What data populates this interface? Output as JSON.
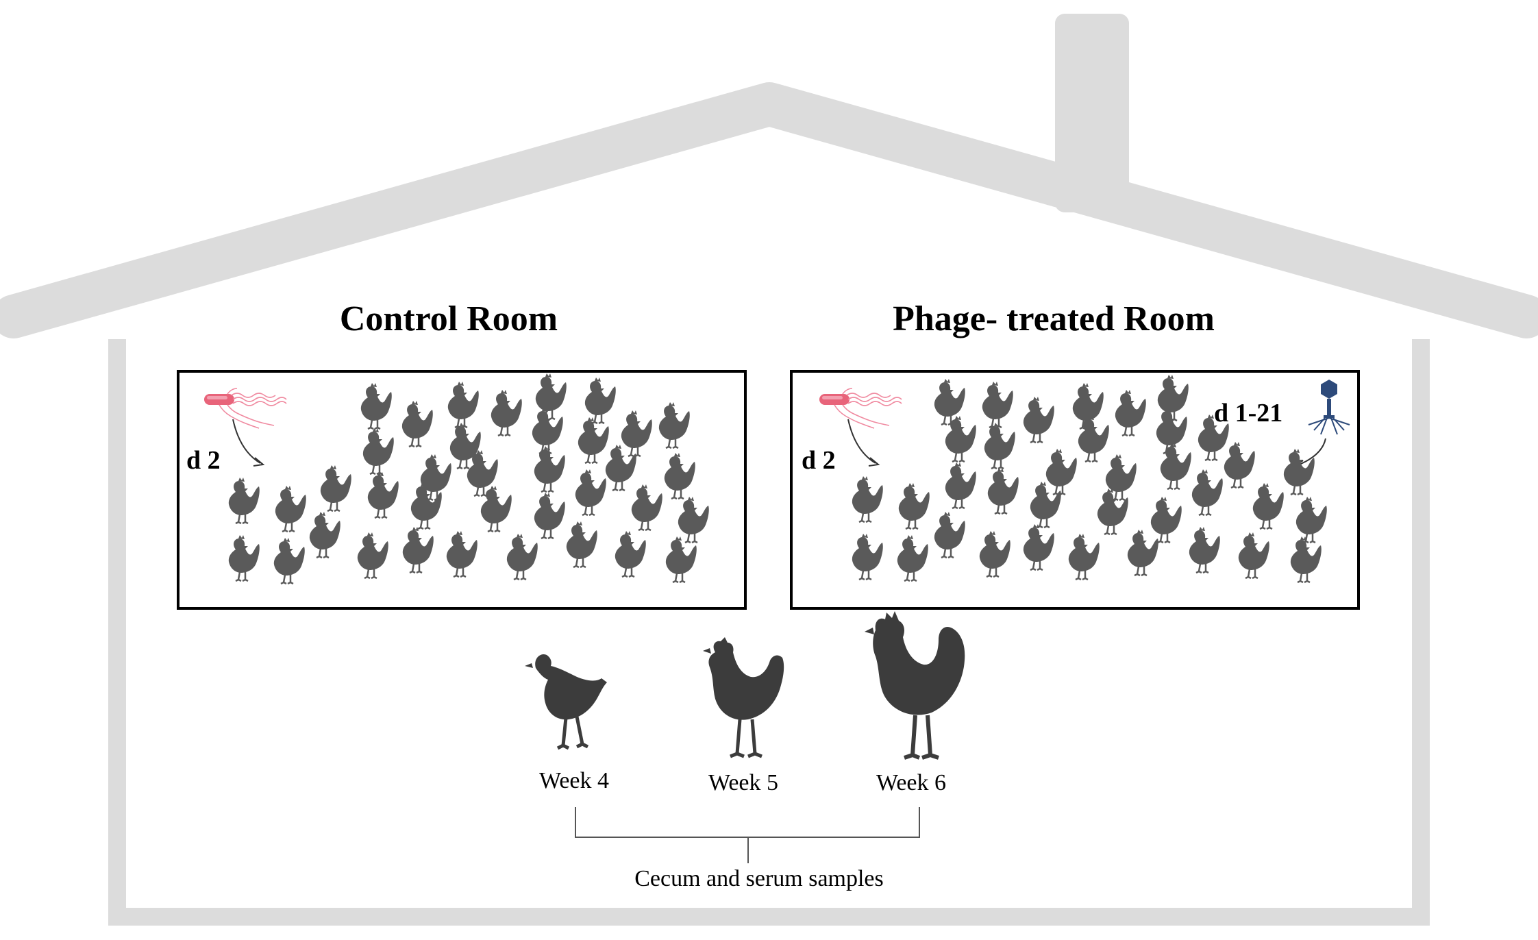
{
  "rooms": {
    "control": {
      "title": "Control Room",
      "challenge_label": "d 2"
    },
    "phage": {
      "title": "Phage- treated Room",
      "challenge_label": "d 2",
      "treatment_label": "d 1-21"
    }
  },
  "timeline": {
    "weeks": [
      "Week 4",
      "Week 5",
      "Week 6"
    ],
    "sampling_label": "Cecum and serum samples"
  },
  "colors": {
    "house": "#dcdcdc",
    "chicken": "#5a5a5a",
    "growth_chicken": "#3c3c3c",
    "bacteria": "#e8647a",
    "phage": "#2d4a7a",
    "room_border": "#000000"
  },
  "icons": {
    "bacteria": "salmonella-bacterium-icon",
    "phage": "bacteriophage-icon",
    "chick": "chick-icon",
    "hen": "hen-icon",
    "rooster": "rooster-icon"
  }
}
